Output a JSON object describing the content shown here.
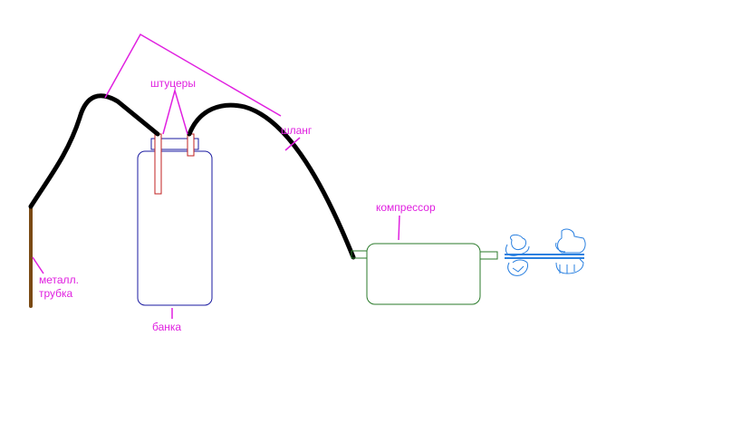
{
  "colors": {
    "label": "#e020e0",
    "hose": "#000000",
    "tube": "#7a4a14",
    "jar": "#1a1aa0",
    "fitting": "#c02020",
    "compressor": "#2a7a2a",
    "wheels": "#2a80e0"
  },
  "labels": {
    "fittings": "штуцеры",
    "hose": "шланг",
    "metal_tube_line1": "металл.",
    "metal_tube_line2": "трубка",
    "jar": "банка",
    "compressor": "компрессор"
  }
}
